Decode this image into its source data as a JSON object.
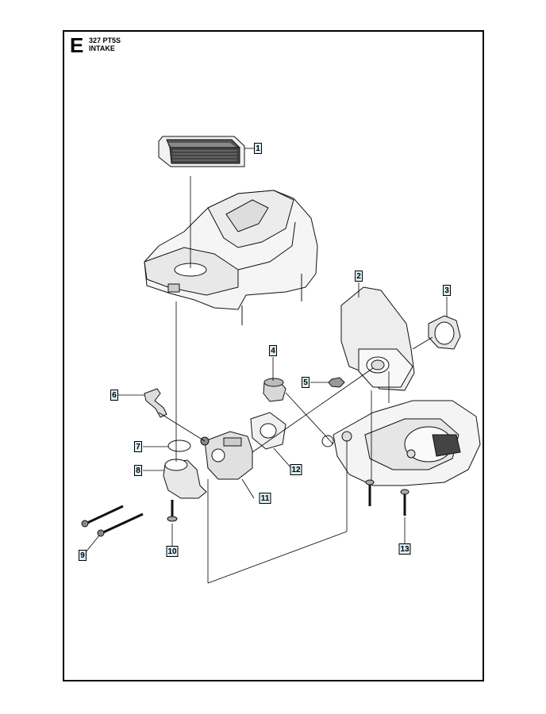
{
  "header": {
    "section_letter": "E",
    "model": "327 PT5S",
    "section_name": "INTAKE"
  },
  "callouts": [
    "1",
    "2",
    "3",
    "4",
    "5",
    "6",
    "7",
    "8",
    "9",
    "10",
    "11",
    "12",
    "13"
  ],
  "colors": {
    "callout_fill": "#d8eef6",
    "line": "#000000"
  }
}
